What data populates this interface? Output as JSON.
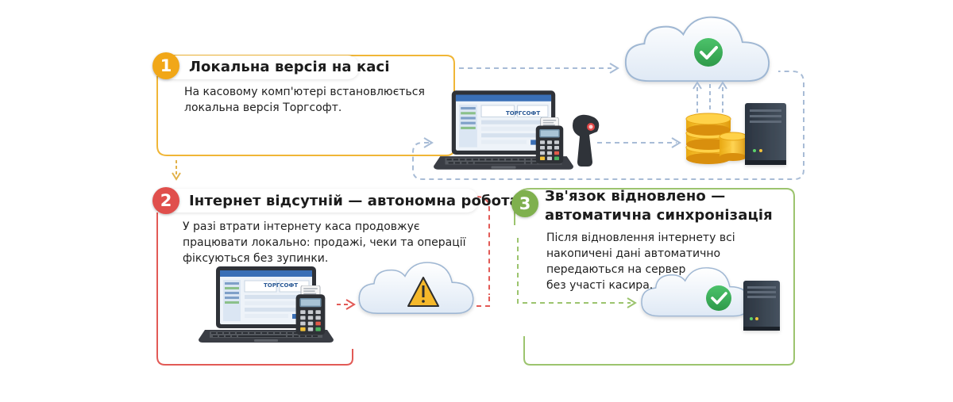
{
  "steps": [
    {
      "number": "1",
      "title": "Локальна версія на касі",
      "text_lines": [
        "На касовому комп'ютері встановлюється",
        "локальна версія Торгсофт."
      ],
      "color": "#f0a81c"
    },
    {
      "number": "2",
      "title": "Інтернет відсутній — автономна робота",
      "text_lines": [
        "У разі втрати інтернету каса продовжує",
        "працювати локально: продажі, чеки та операції",
        "фіксуються без зупинки."
      ],
      "color": "#e05652"
    },
    {
      "number": "3",
      "title_lines": [
        "Зв'язок відновлено —",
        "автоматична синхронізація"
      ],
      "text_lines": [
        "Після відновлення інтернету всі",
        "накопичені дані автоматично",
        "передаються на сервер",
        "без участі касира."
      ],
      "color": "#8ab85a"
    }
  ],
  "screen_logo": "ТОРГСОФТ",
  "icons": {
    "cloud_ok": "cloud-check-icon",
    "cloud_warning": "cloud-warning-icon",
    "database": "database-icon",
    "server": "server-icon",
    "laptop": "laptop-icon",
    "pos_terminal": "pos-terminal-icon",
    "barcode_scanner": "barcode-scanner-icon"
  }
}
